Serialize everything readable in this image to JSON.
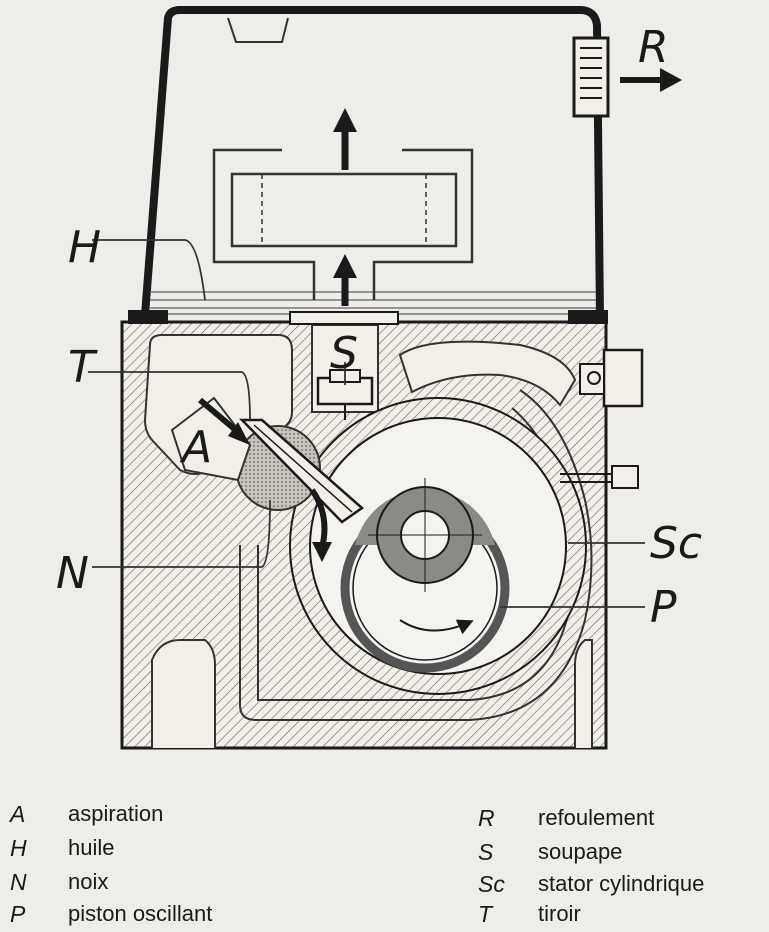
{
  "callouts": {
    "R": "R",
    "H": "H",
    "S": "S",
    "T": "T",
    "A": "A",
    "N": "N",
    "Sc": "Sc",
    "P": "P"
  },
  "legend": {
    "left": [
      {
        "key": "A",
        "label": "aspiration"
      },
      {
        "key": "H",
        "label": "huile"
      },
      {
        "key": "N",
        "label": "noix"
      },
      {
        "key": "P",
        "label": "piston oscillant"
      }
    ],
    "right": [
      {
        "key": "R",
        "label": "refoulement"
      },
      {
        "key": "S",
        "label": "soupape"
      },
      {
        "key": "Sc",
        "label": "stator cylindrique"
      },
      {
        "key": "T",
        "label": "tiroir"
      }
    ]
  }
}
